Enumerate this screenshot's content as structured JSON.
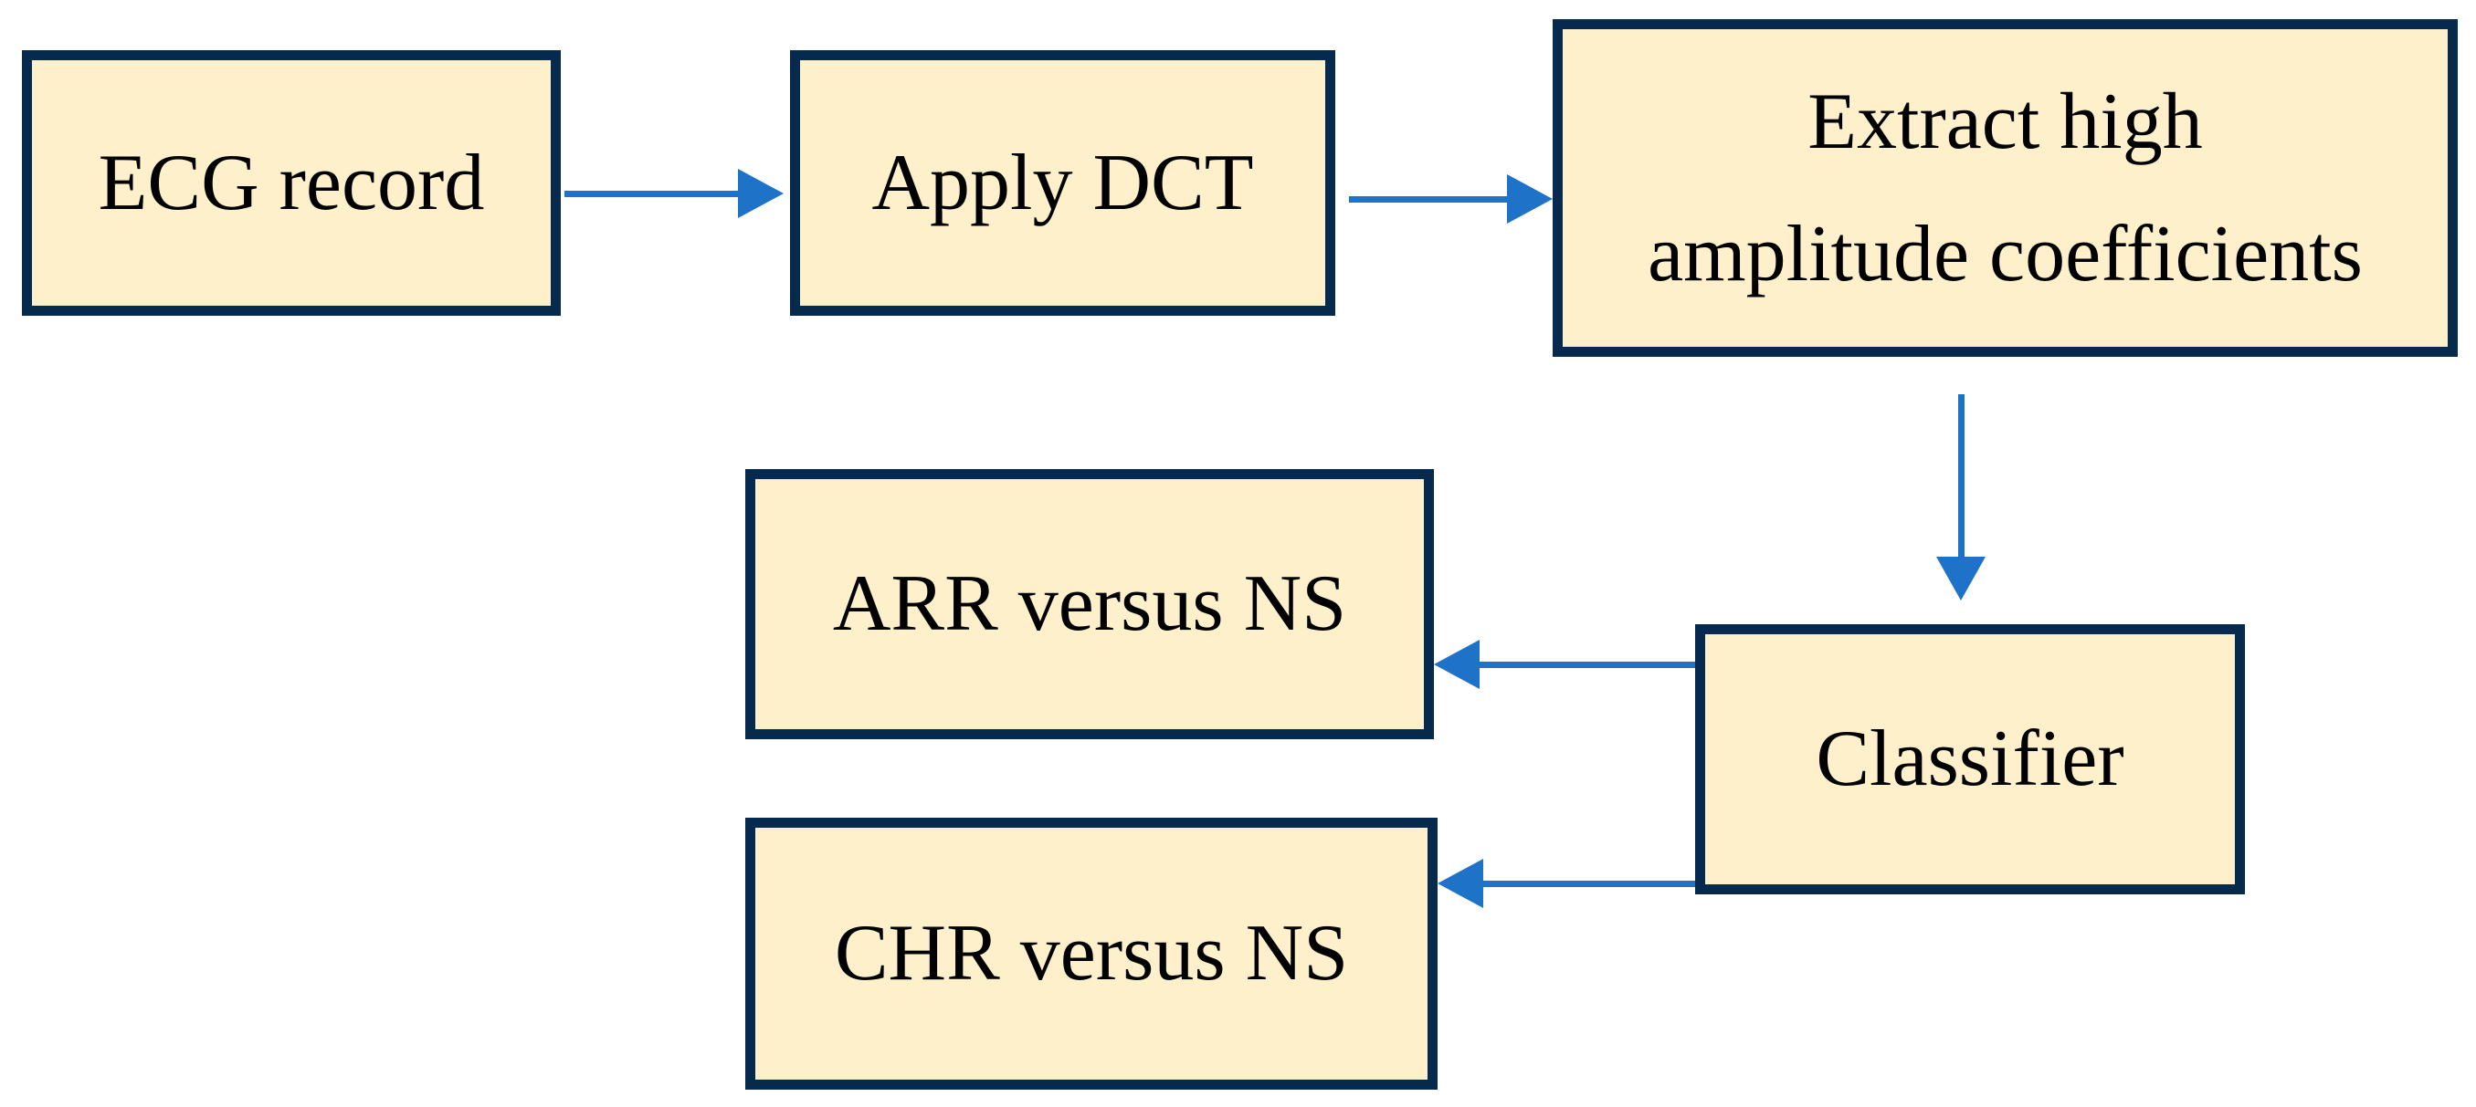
{
  "colors": {
    "background": "#FFFFFF",
    "box_fill": "#FDF0CB",
    "box_border": "#052A4E",
    "arrow": "#1E73C8",
    "text": "#000000"
  },
  "nodes": {
    "ecg": {
      "label": "ECG record"
    },
    "dct": {
      "label": "Apply DCT"
    },
    "extract": {
      "lines": [
        "Extract high",
        "amplitude coefficients"
      ]
    },
    "arr": {
      "label": "ARR versus NS"
    },
    "chr": {
      "label": "CHR versus NS"
    },
    "classifier": {
      "label": "Classifier"
    }
  },
  "edges": [
    {
      "from": "ECG record",
      "to": "Apply DCT",
      "direction": "right"
    },
    {
      "from": "Apply DCT",
      "to": "Extract high amplitude coefficients",
      "direction": "right"
    },
    {
      "from": "Extract high amplitude coefficients",
      "to": "Classifier",
      "direction": "down"
    },
    {
      "from": "Classifier",
      "to": "ARR versus NS",
      "direction": "left"
    },
    {
      "from": "Classifier",
      "to": "CHR versus NS",
      "direction": "left"
    }
  ]
}
